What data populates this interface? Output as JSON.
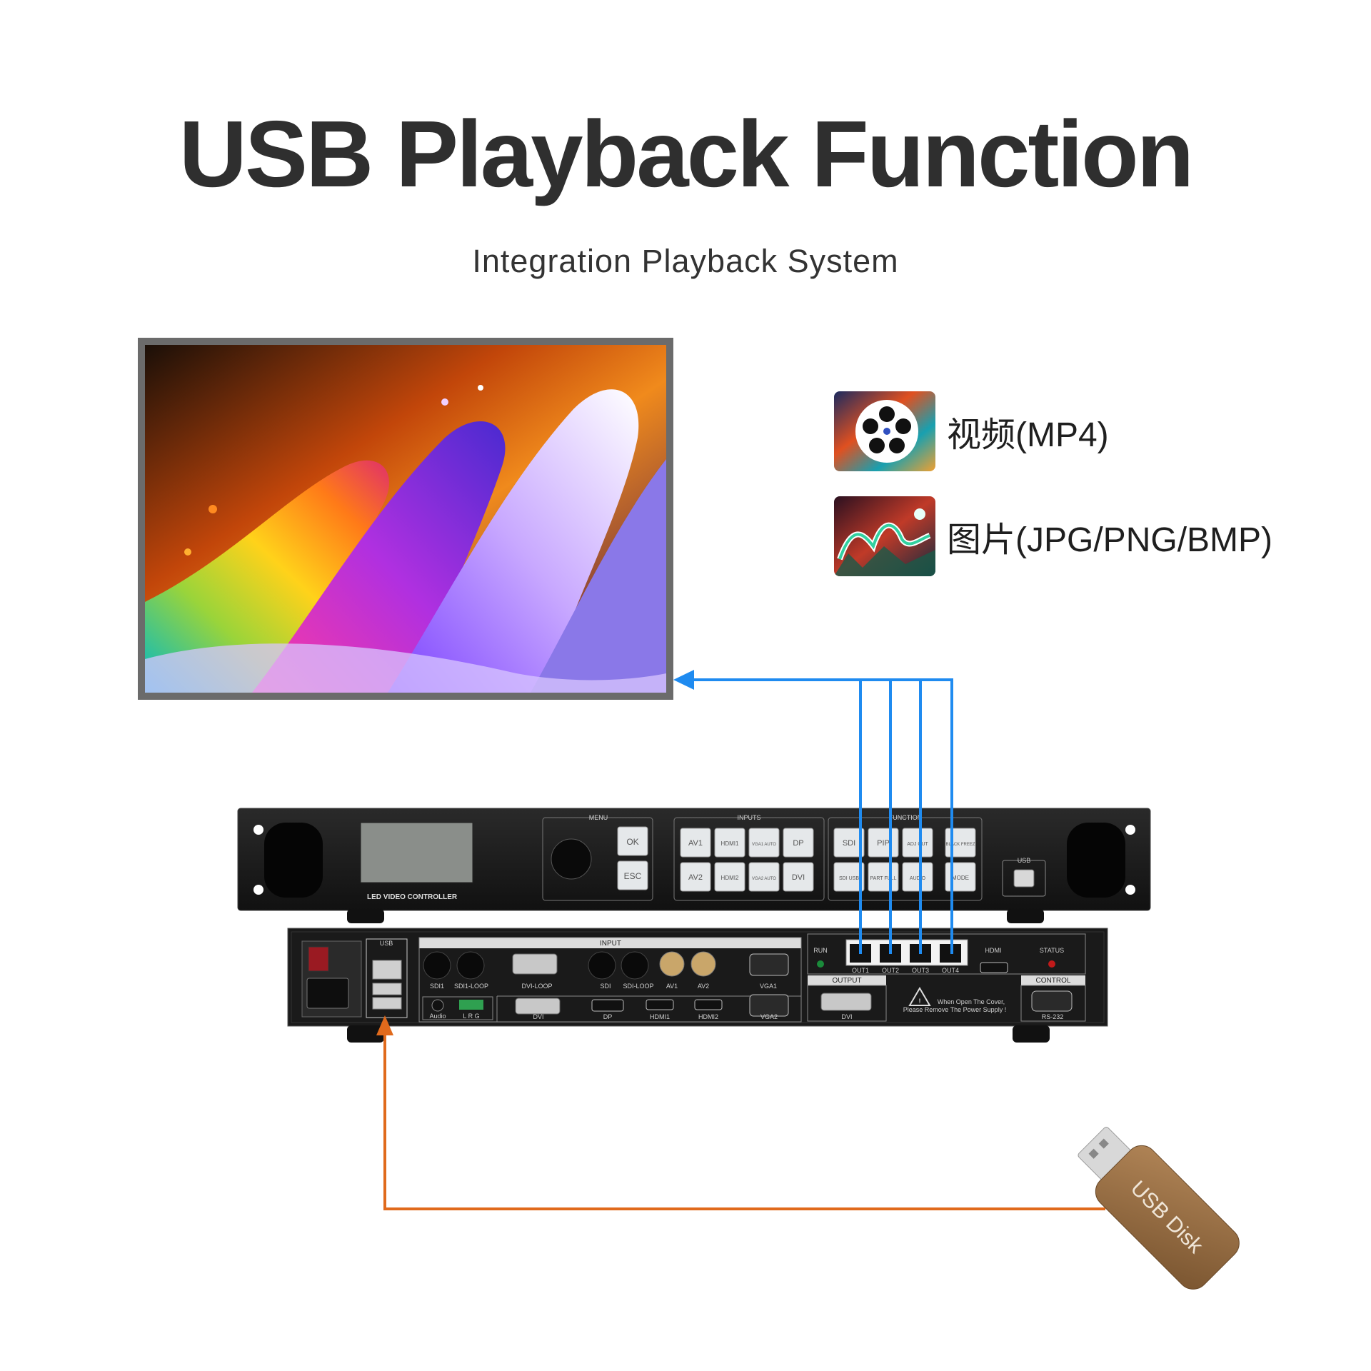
{
  "header": {
    "title": "USB Playback Function",
    "subtitle": "Integration Playback System"
  },
  "formats": {
    "video_label": "视频(MP4)",
    "image_label": "图片(JPG/PNG/BMP)"
  },
  "front_panel": {
    "brand_label": "LED VIDEO CONTROLLER",
    "menu_label": "MENU",
    "inputs_label": "INPUTS",
    "function_label": "FUNCTION",
    "usb_label": "USB",
    "menu_buttons": [
      "OK",
      "ESC"
    ],
    "input_buttons_row1": [
      "AV1",
      "HDMI1",
      "VGA1 AUTO",
      "DP"
    ],
    "input_buttons_row2": [
      "AV2",
      "HDMI2",
      "VGA2 AUTO",
      "DVI"
    ],
    "function_buttons_row1": [
      "SDI",
      "PIP",
      "ADJ CUT",
      "BLACK FREEZ"
    ],
    "function_buttons_row2": [
      "SDI USB",
      "PART FULL",
      "AUDIO",
      "MODE"
    ]
  },
  "rear_panel": {
    "usb_label": "USB",
    "input_label": "INPUT",
    "output_label": "OUTPUT",
    "control_label": "CONTROL",
    "run_label": "RUN",
    "status_label": "STATUS",
    "hdmi_label": "HDMI",
    "port_labels": [
      "SDI1",
      "SDI1-LOOP",
      "DVI-LOOP",
      "SDI",
      "SDI-LOOP",
      "AV1",
      "AV2",
      "VGA1",
      "Audio",
      "L R G",
      "DVI",
      "DP",
      "HDMI1",
      "HDMI2",
      "VGA2",
      "DVI",
      "RS-232"
    ],
    "out_ports": [
      "OUT1",
      "OUT2",
      "OUT3",
      "OUT4"
    ],
    "warning_text_line1": "When Open The Cover,",
    "warning_text_line2": "Please Remove The Power Supply !"
  },
  "usb_disk": {
    "label": "USB Disk"
  },
  "colors": {
    "signal_arrow": "#1f8bf0",
    "usb_arrow": "#e06a1c",
    "usb_disk": "#9a7048"
  }
}
